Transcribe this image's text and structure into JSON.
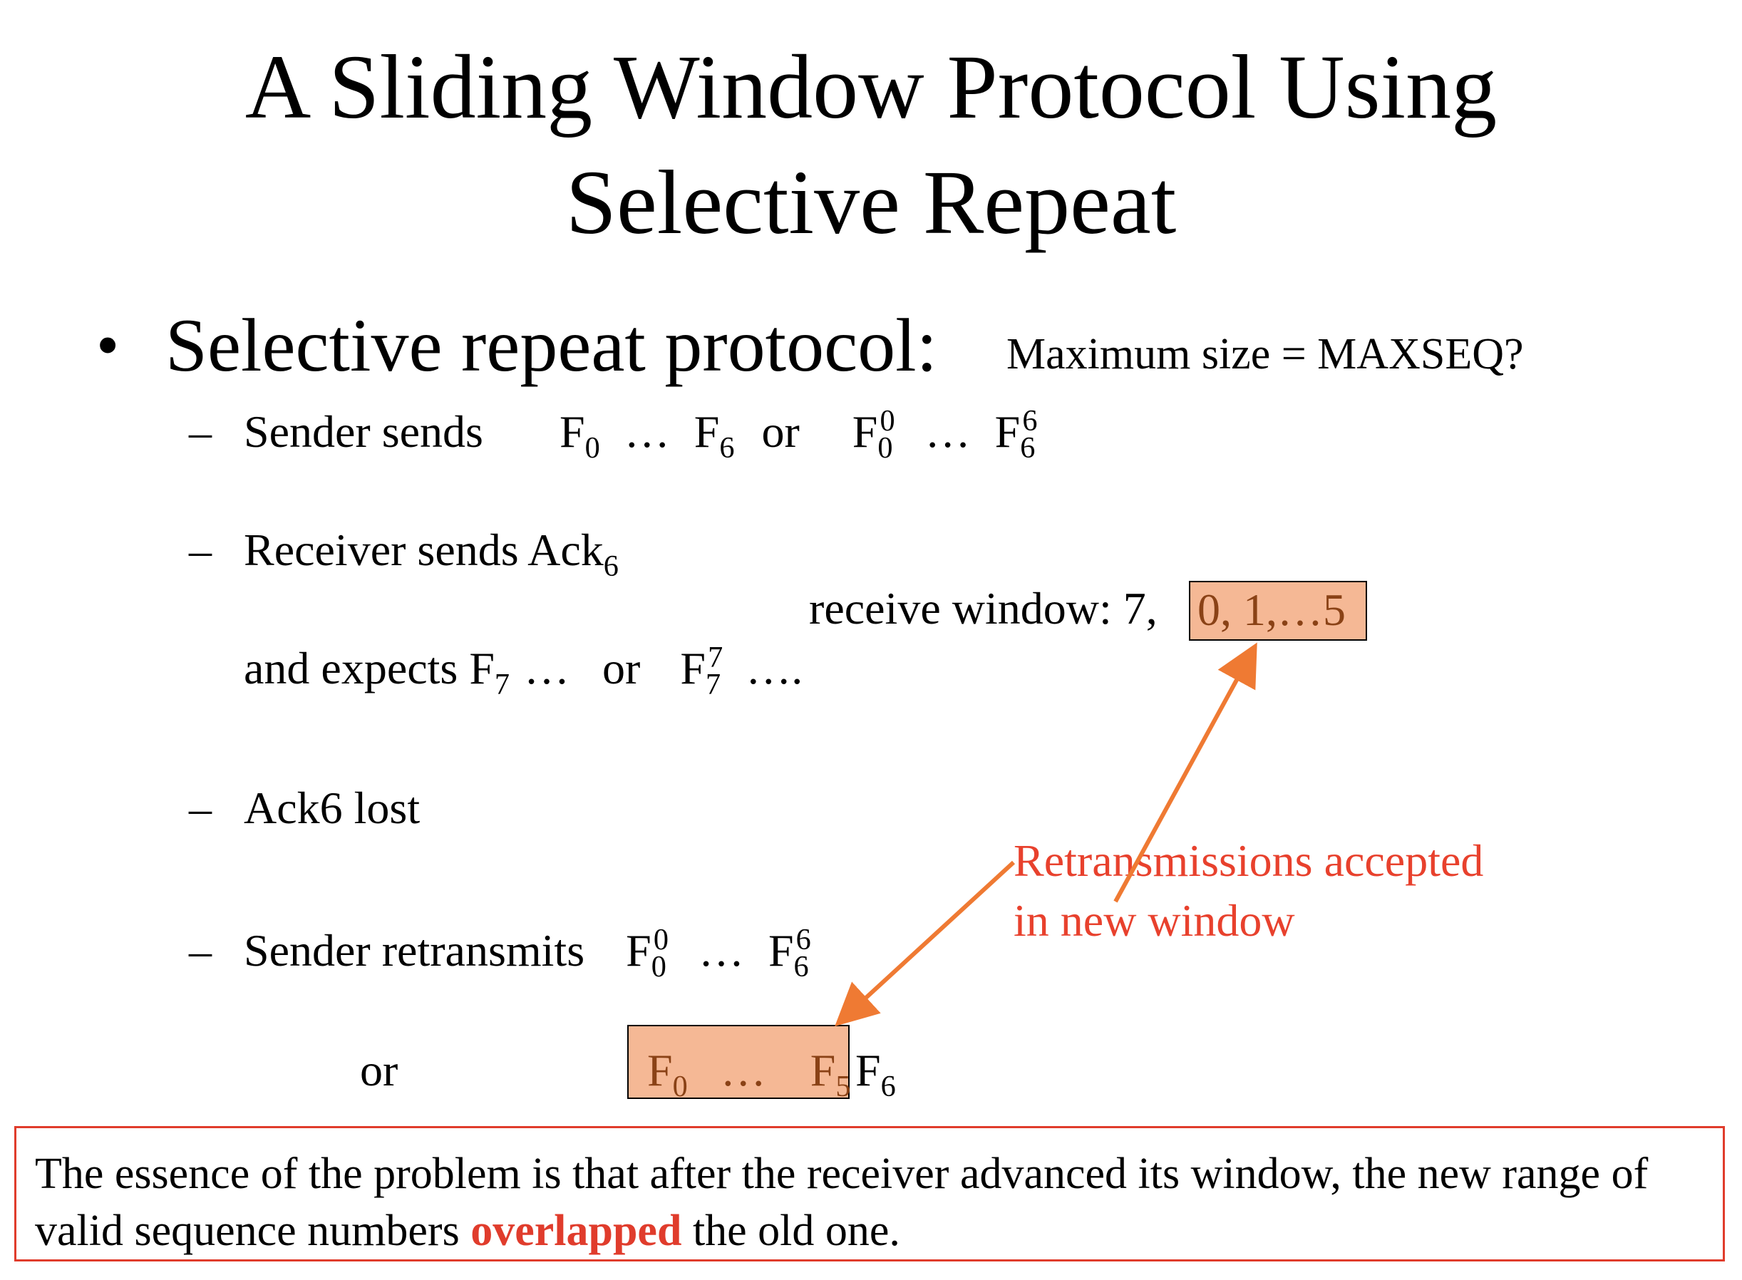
{
  "title": {
    "line1": "A Sliding Window Protocol Using",
    "line2": "Selective Repeat"
  },
  "bullet": {
    "marker": "•",
    "main": "Selective repeat protocol:",
    "note": "Maximum size  = MAXSEQ?"
  },
  "items": {
    "dash": "–",
    "sender_sends": {
      "label": "Sender sends",
      "F": "F",
      "s0": "0",
      "ellipsis": "…",
      "s6": "6",
      "or": "or",
      "sup0": "0",
      "sup6": "6"
    },
    "receiver_sends": {
      "label": "Receiver sends Ack",
      "sub": "6"
    },
    "receive_window": {
      "label": "receive window: 7,",
      "highlight": "0, 1,…5"
    },
    "expects": {
      "label": "and expects F",
      "sub7": "7",
      "ellipsis": "…",
      "or": "or",
      "F": "F",
      "sup7": "7",
      "ellipsis2": "…."
    },
    "ack_lost": {
      "label": "Ack6 lost"
    },
    "retransmits": {
      "label": "Sender retransmits",
      "F": "F",
      "s0": "0",
      "sup0": "0",
      "ellipsis": "…",
      "s6": "6",
      "sup6": "6"
    },
    "or_line": {
      "or": "or",
      "F": "F",
      "s0": "0",
      "ellipsis": "…",
      "s5": "5",
      "s6": "6"
    }
  },
  "callout": {
    "line1": "Retransmissions accepted",
    "line2": "in new window"
  },
  "note": {
    "before": "The essence of the problem is that after the receiver advanced its window, the new range of valid sequence numbers ",
    "emphasis": "overlapped",
    "after": " the old one."
  },
  "colors": {
    "highlight_fill": "#f5b895",
    "highlight_text": "#8a4216",
    "arrow": "#ef7a33",
    "callout_text": "#e8412d",
    "note_border": "#e03c2c"
  }
}
